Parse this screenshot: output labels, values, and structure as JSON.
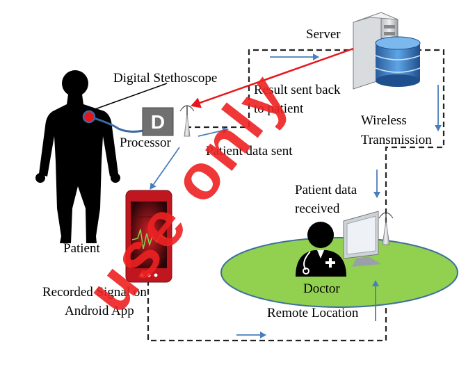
{
  "labels": {
    "server": "Server",
    "digital_stethoscope": "Digital Stethoscope",
    "result_line1": "Result sent back",
    "result_line2": "to patient",
    "wireless_line1": "Wireless",
    "wireless_line2": "Transmission",
    "processor": "Processor",
    "patient_data_sent": "Patient data sent",
    "patient_data_received_line1": "Patient data",
    "patient_data_received_line2": "received",
    "patient": "Patient",
    "recorded_line1": "Recorded Signal on",
    "recorded_line2": "Android App",
    "doctor": "Doctor",
    "remote_location": "Remote Location",
    "processor_badge": "D"
  },
  "watermark": "use only",
  "colors": {
    "result_arrow": "#e8161a",
    "flow_arrow": "#4a7ebb",
    "remote_ellipse": "#92d050",
    "phone_body": "#c0161f",
    "watermark": "#ee2222"
  },
  "icons": [
    "human-silhouette-icon",
    "server-icon",
    "database-icon",
    "antenna-icon",
    "doctor-icon",
    "monitor-icon",
    "phone-icon"
  ]
}
